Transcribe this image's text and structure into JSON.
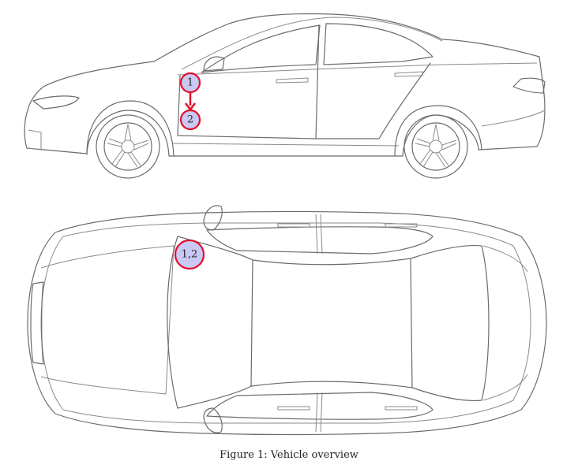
{
  "figure": {
    "caption": "Figure 1: Vehicle overview"
  },
  "markers": {
    "side": [
      {
        "id": "side-1",
        "label": "1"
      },
      {
        "id": "side-2",
        "label": "2"
      }
    ],
    "top": [
      {
        "id": "top-1-2",
        "label": "1,2"
      }
    ]
  },
  "colors": {
    "marker_fill": "#c9c9f3",
    "marker_stroke": "#e0102b",
    "arrow": "#e0102b",
    "outline": "#6b6b6b"
  }
}
